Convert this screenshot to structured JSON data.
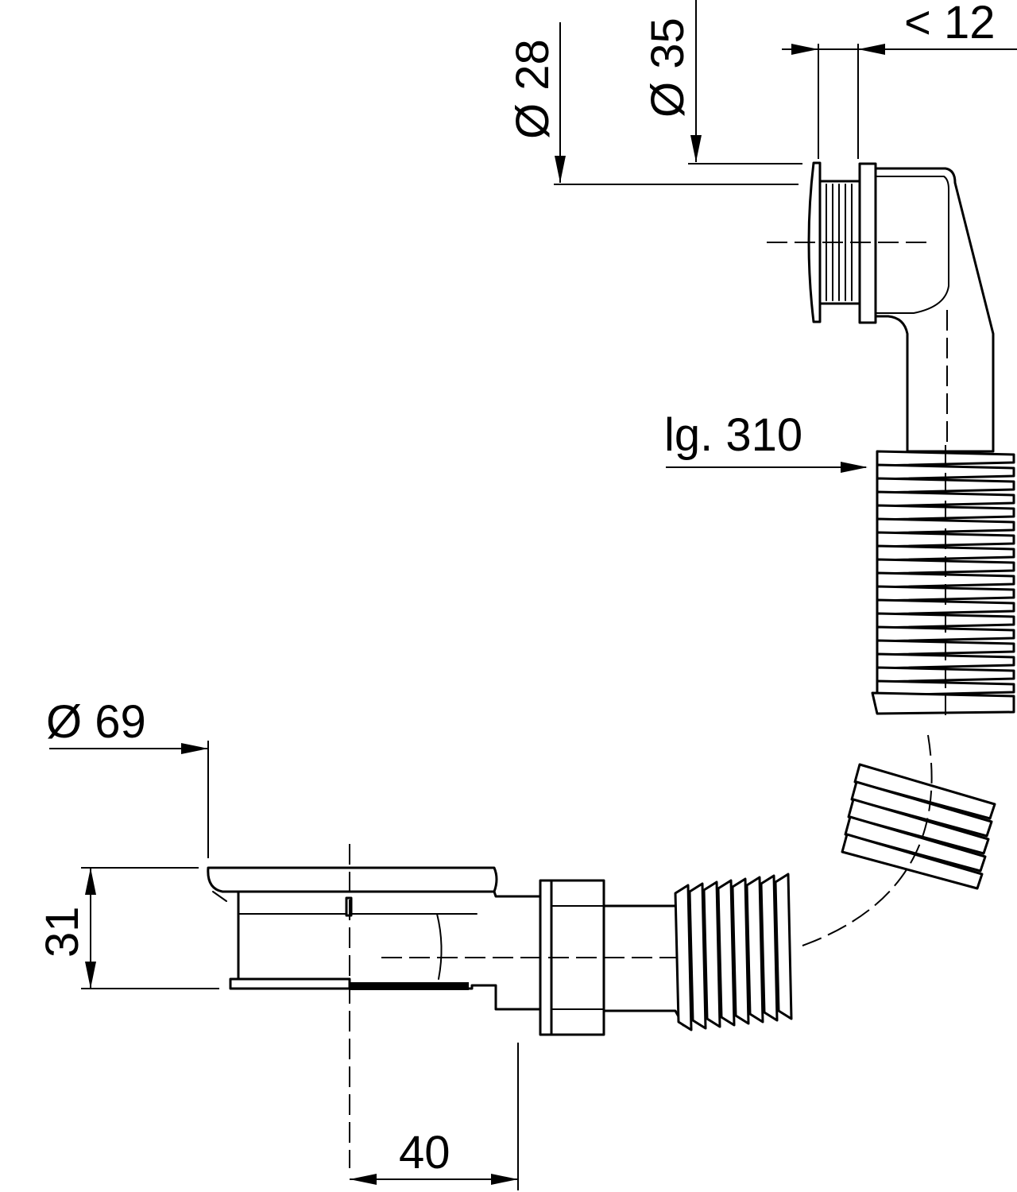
{
  "dimensions": {
    "dia_28": "Ø 28",
    "dia_35": "Ø 35",
    "max_12": "< 12",
    "length_310": "lg. 310",
    "dia_69": "Ø 69",
    "height_31": "31",
    "offset_40": "40"
  }
}
